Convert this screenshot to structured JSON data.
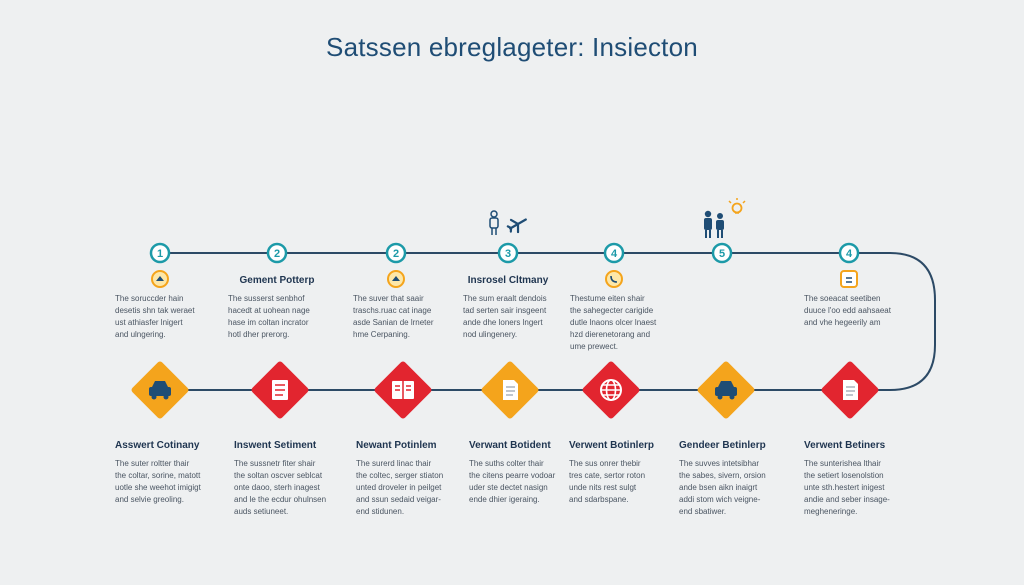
{
  "title": "Satssen ebreglageter: Insiecton",
  "colors": {
    "teal": "#1c9aa8",
    "navy": "#1f4d75",
    "red": "#e2252f",
    "orange": "#f4a41c",
    "line": "#2c4a66"
  },
  "top_steps": [
    {
      "number": "1",
      "icon": "badge-icon",
      "heading": "",
      "desc": [
        "The soruccder hain",
        "desetis shn tak weraet",
        "ust athiasfer lnigert",
        "and ulngering."
      ]
    },
    {
      "number": "2",
      "icon": "",
      "heading": "Gement Potterp",
      "desc": [
        "The susserst senbhof",
        "hacedt at uohean nage",
        "hase im coltan incrator",
        "hotl dher prerorg."
      ]
    },
    {
      "number": "2",
      "icon": "badge-icon",
      "heading": "",
      "desc": [
        "The suver that saair",
        "traschs.ruac cat inage",
        "asde Sanian de lrneter",
        "hme Cerpaning."
      ]
    },
    {
      "number": "3",
      "icon": "",
      "heading": "Insrosel Cltmany",
      "desc": [
        "The sum eraalt dendois",
        "tad serten sair insgeent",
        "ande dhe loners lngert",
        "nod ulingenery."
      ]
    },
    {
      "number": "4",
      "icon": "phone-icon",
      "heading": "",
      "desc": [
        "Thestume eiten shair",
        "the sahegecter carigide",
        "dutle lnaons olcer lnaest",
        "hzd dierenetorang and",
        "ume prewect."
      ]
    },
    {
      "number": "5",
      "icon": "",
      "heading": "",
      "desc": []
    },
    {
      "number": "4",
      "icon": "clipboard-icon",
      "heading": "",
      "desc": [
        "The soeacat seetiben",
        "duuce l'oo edd aahsaeat",
        "and vhe hegeerily am"
      ]
    }
  ],
  "bottom_steps": [
    {
      "icon": "car-icon",
      "heading": "Asswert Cotinany",
      "desc": [
        "The suter roltter thair",
        "the coltar, sorine, matott",
        "uotle she weehot imigigt",
        "and selvie greoling."
      ]
    },
    {
      "icon": "checklist-icon",
      "heading": "Inswent Setiment",
      "desc": [
        "The sussnetr fiter shair",
        "the soltan oscver seblcat",
        "onte daoo, sterh inagest",
        "and le the ecdur ohulnsen",
        "auds setiuneet."
      ]
    },
    {
      "icon": "book-icon",
      "heading": "Newant Potinlem",
      "desc": [
        "The surerd linac thair",
        "the coltec, serger stiaton",
        "unted droveler in peilget",
        "and ssun sedaid veigar-",
        "end stidunen."
      ]
    },
    {
      "icon": "document-icon",
      "heading": "Verwant Botident",
      "desc": [
        "The suths colter thair",
        "the citens pearre vodoar",
        "uder ste dectet nasign",
        "ende dhier igeraing."
      ]
    },
    {
      "icon": "globe-icon",
      "heading": "Verwent Botinlerp",
      "desc": [
        "The sus onrer thebir",
        "tres cate, sertor roton",
        "unde nits rest sulgt",
        "and sdarbspane."
      ]
    },
    {
      "icon": "car-icon",
      "heading": "Gendeer Betinlerp",
      "desc": [
        "The suvves intetsibhar",
        "the sabes, sivern, orsion",
        "ande bsen aikn inaigrt",
        "addi stom wich veigne-",
        "end sbatiwer."
      ]
    },
    {
      "icon": "document-icon",
      "heading": "Verwent Betiners",
      "desc": [
        "The sunterishea lthair",
        "the setiert losenolstion",
        "unte sth.hestert inigest",
        "andie and seber insage-",
        "megheneringe."
      ]
    }
  ]
}
